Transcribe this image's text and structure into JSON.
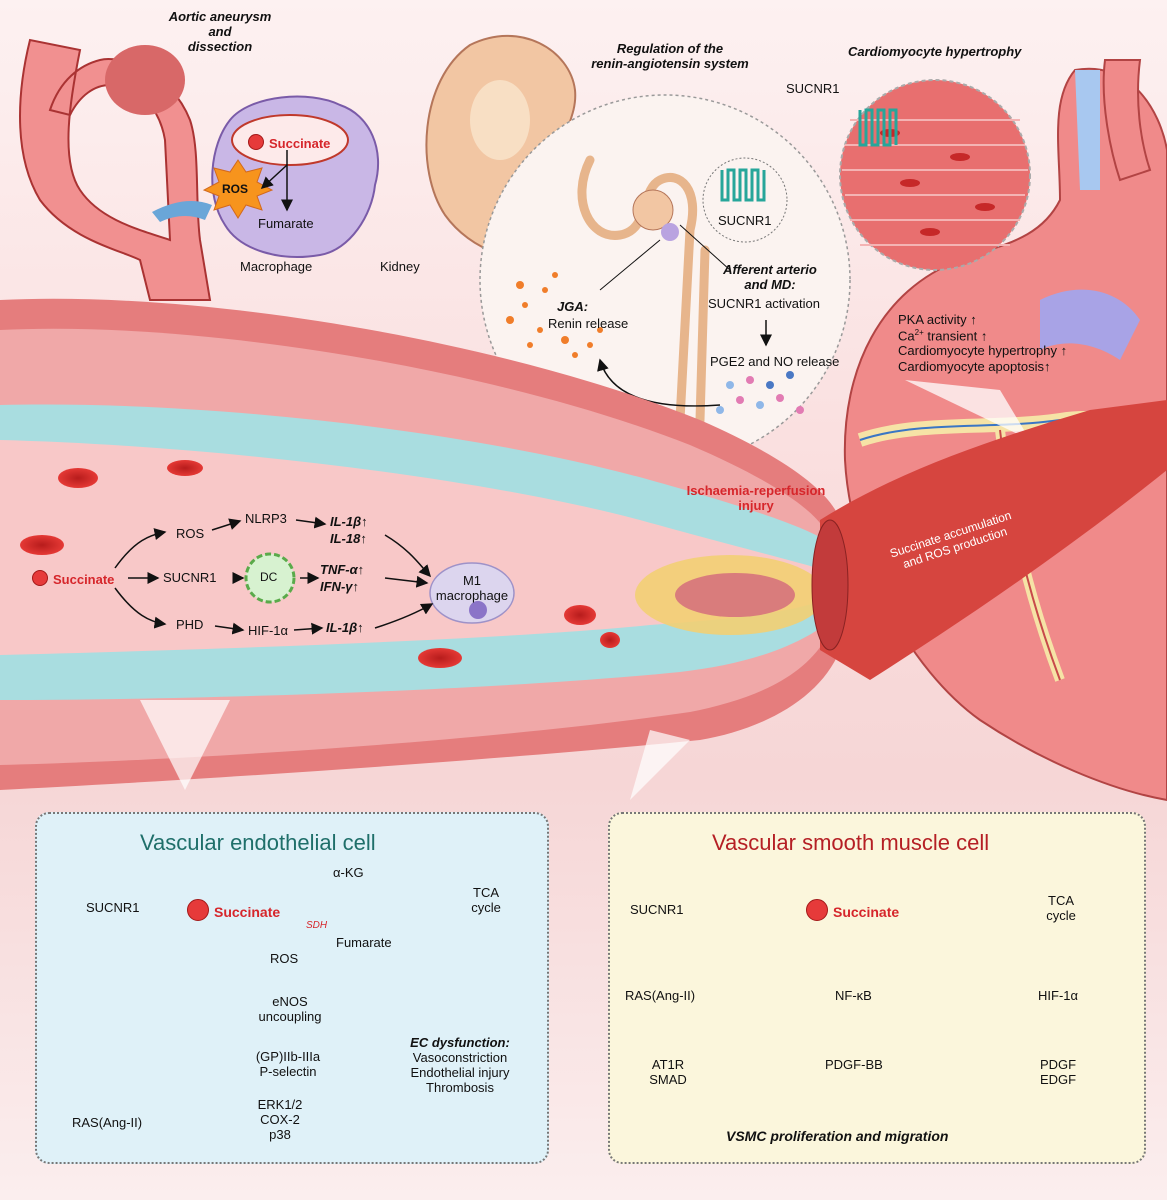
{
  "aortic": {
    "title_line1": "Aortic aneurysm",
    "title_line2": "and",
    "title_line3": "dissection",
    "succinate": "Succinate",
    "ros": "ROS",
    "fumarate": "Fumarate",
    "macrophage": "Macrophage"
  },
  "kidney": {
    "label": "Kidney",
    "title_line1": "Regulation of the",
    "title_line2": "renin-angiotensin system",
    "sucnr1": "SUCNR1",
    "afferent_line1": "Afferent arterio",
    "afferent_line2": "and MD:",
    "activation": "SUCNR1 activation",
    "jga": "JGA:",
    "renin": "Renin release",
    "pge2": "PGE2 and NO release"
  },
  "cardio": {
    "title": "Cardiomyocyte hypertrophy",
    "sucnr1": "SUCNR1",
    "pka": "PKA activity ↑",
    "ca_prefix": "Ca",
    "ca_sup": "2+",
    "ca_suffix": " transient ↑",
    "hypertrophy": "Cardiomyocyte hypertrophy ↑",
    "apoptosis": "Cardiomyocyte apoptosis↑"
  },
  "ischaemia": {
    "line1": "Ischaemia-reperfusion",
    "line2": "injury",
    "accum_line1": "Succinate accumulation",
    "accum_line2": "and ROS production"
  },
  "vessel": {
    "succinate": "Succinate",
    "ros": "ROS",
    "sucnr1": "SUCNR1",
    "phd": "PHD",
    "nlrp3": "NLRP3",
    "dc": "DC",
    "hif": "HIF-1α",
    "il1b": "IL-1β↑",
    "il18": "IL-18↑",
    "tnf": "TNF-α↑",
    "ifn": "IFN-γ↑",
    "il1b_2": "IL-1β↑",
    "m1_line1": "M1",
    "m1_line2": "macrophage"
  },
  "endo": {
    "title": "Vascular endothelial cell",
    "sucnr1": "SUCNR1",
    "succinate": "Succinate",
    "akg": "α-KG",
    "tca_line1": "TCA",
    "tca_line2": "cycle",
    "sdh": "SDH",
    "fumarate": "Fumarate",
    "ros": "ROS",
    "enos_line1": "eNOS",
    "enos_line2": "uncoupling",
    "gp": "(GP)IIb-IIIa",
    "psel": "P-selectin",
    "ecd_title": "EC dysfunction:",
    "ecd_1": "Vasoconstriction",
    "ecd_2": "Endothelial injury",
    "ecd_3": "Thrombosis",
    "ras": "RAS(Ang-II)",
    "erk": "ERK1/2",
    "cox": "COX-2",
    "p38": "p38"
  },
  "vsmc": {
    "title": "Vascular smooth muscle cell",
    "sucnr1": "SUCNR1",
    "succinate": "Succinate",
    "tca_line1": "TCA",
    "tca_line2": "cycle",
    "ras": "RAS(Ang-II)",
    "nfkb": "NF-κB",
    "hif": "HIF-1α",
    "at1r": "AT1R",
    "smad": "SMAD",
    "pdgfbb": "PDGF-BB",
    "pdgf": "PDGF",
    "edgf": "EDGF",
    "outcome": "VSMC proliferation and migration"
  },
  "colors": {
    "endo_panel": "#dff1f8",
    "vsmc_panel": "#fbf6dc",
    "endo_title": "#1f6f6a",
    "vsmc_title": "#b51f24",
    "succinate_red": "#d6262b",
    "tca_blue": "#3b9bd5"
  }
}
